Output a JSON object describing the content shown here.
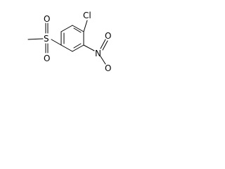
{
  "molecule": {
    "atoms": {
      "chlorine": "Cl",
      "nitro_nitrogen": "N",
      "nitro_oxygen_top": "O",
      "nitro_oxygen_bottom": "O",
      "sulfur": "S",
      "sulfonyl_oxygen_top": "O",
      "sulfonyl_oxygen_bottom": "O"
    }
  }
}
